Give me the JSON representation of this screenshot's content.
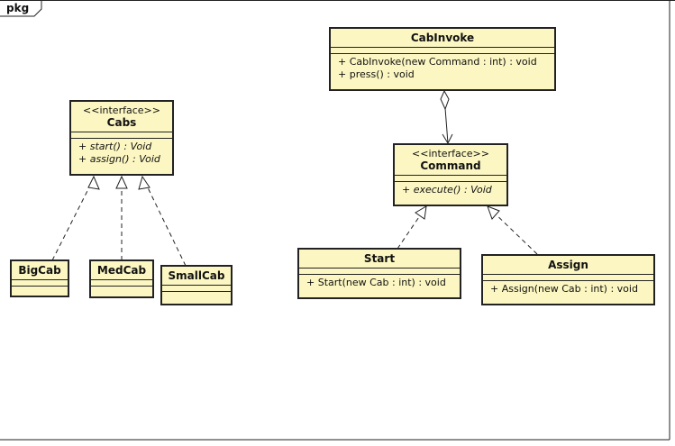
{
  "frame": {
    "label": "pkg"
  },
  "classes": {
    "cabs": {
      "stereotype": "<<interface>>",
      "name": "Cabs",
      "ops": [
        "+ start() : Void",
        "+ assign() : Void"
      ]
    },
    "bigcab": {
      "name": "BigCab"
    },
    "medcab": {
      "name": "MedCab"
    },
    "smallcab": {
      "name": "SmallCab"
    },
    "cabinvoke": {
      "name": "CabInvoke",
      "ops": [
        "+ CabInvoke(new Command : int) : void",
        "+ press() : void"
      ]
    },
    "command": {
      "stereotype": "<<interface>>",
      "name": "Command",
      "ops": [
        "+ execute() : Void"
      ]
    },
    "start": {
      "name": "Start",
      "ops": [
        "+ Start(new Cab : int) : void"
      ]
    },
    "assign": {
      "name": "Assign",
      "ops": [
        "+ Assign(new Cab : int) : void"
      ]
    }
  },
  "colors": {
    "class_fill": "#fcf7c2",
    "line": "#222222"
  }
}
